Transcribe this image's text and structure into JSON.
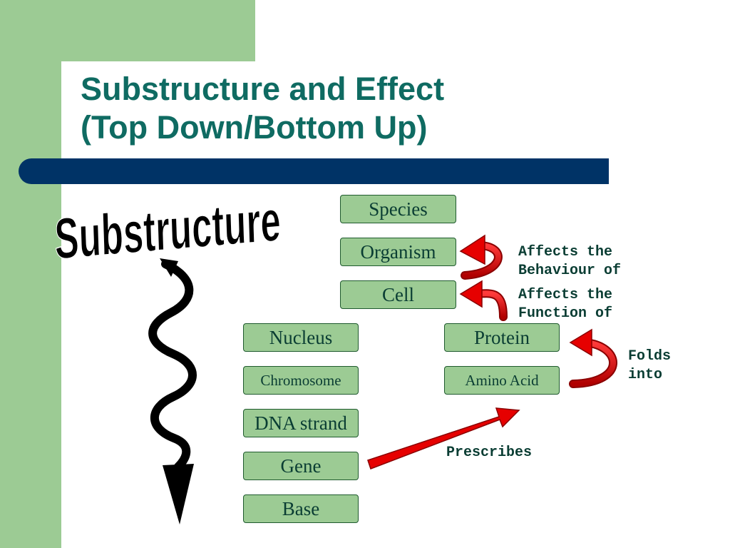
{
  "title": {
    "line1": "Substructure and Effect",
    "line2": "(Top Down/Bottom Up)"
  },
  "diagram": {
    "side_label": "Substructure",
    "left_column": [
      "Nucleus",
      "Chromosome",
      "DNA strand",
      "Gene",
      "Base"
    ],
    "center_column": [
      "Species",
      "Organism",
      "Cell"
    ],
    "right_column": [
      "Protein",
      "Amino Acid"
    ],
    "arrow_labels": {
      "behaviour": [
        "Affects the",
        "Behaviour of"
      ],
      "function": [
        "Affects the",
        "Function of"
      ],
      "folds": [
        "Folds",
        "into"
      ],
      "prescribes": "Prescribes"
    },
    "colors": {
      "box_fill": "#9ccb94",
      "title_text": "#0f6b62",
      "bar": "#003366",
      "arrow": "#e60000"
    }
  }
}
